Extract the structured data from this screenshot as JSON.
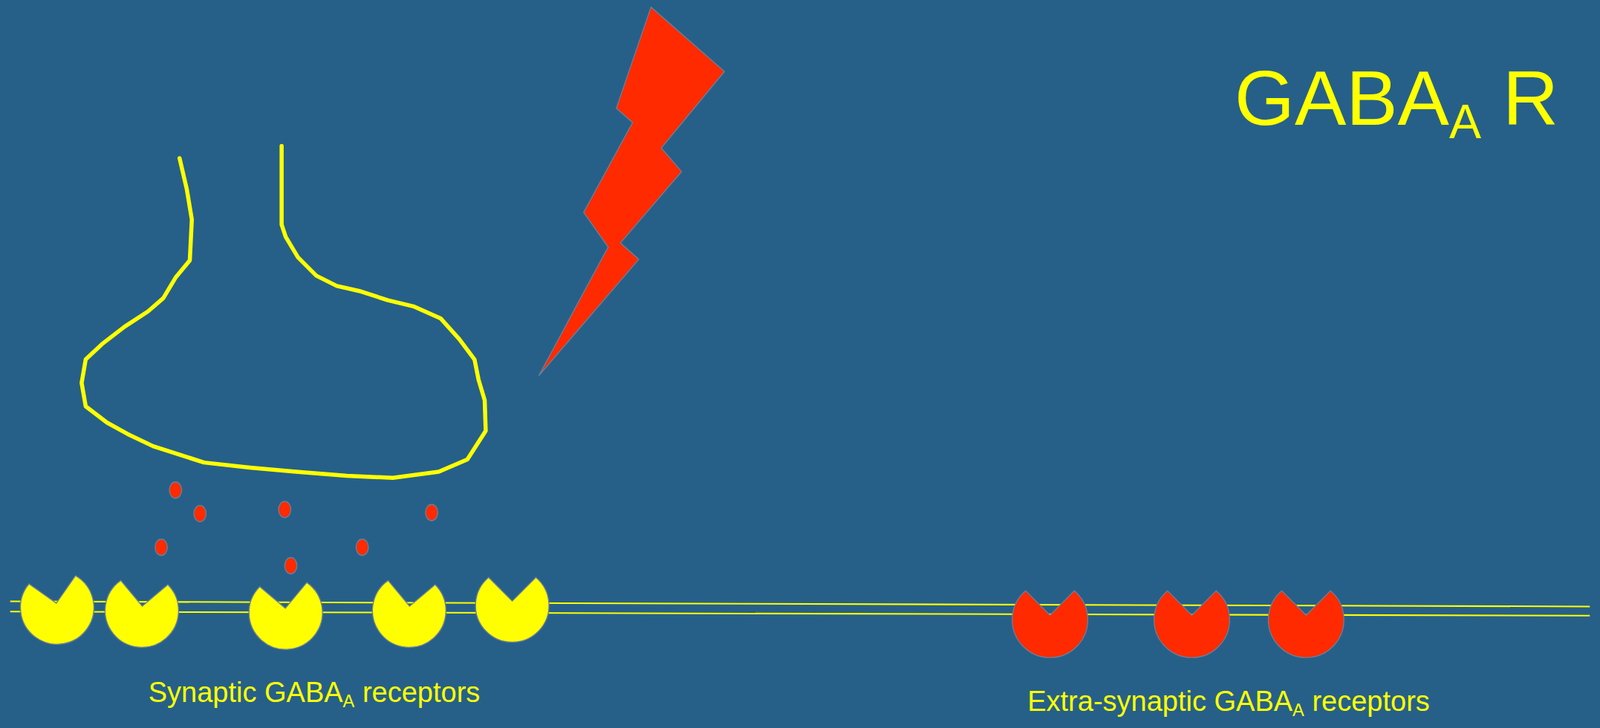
{
  "diagram": {
    "title": "GABAA R",
    "labels": [
      "Synaptic GABAA receptors",
      "Extra-synaptic GABAA receptors"
    ]
  }
}
